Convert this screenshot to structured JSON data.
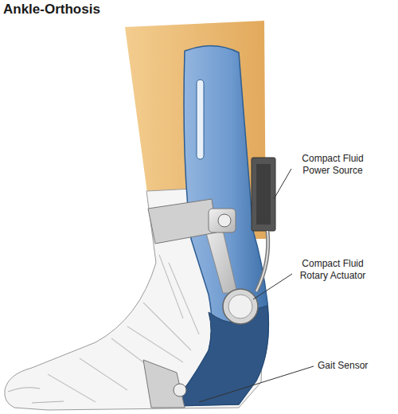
{
  "diagram": {
    "title": "Ankle-Orthosis",
    "labels": [
      "Compact Fluid Power Source",
      "Compact Fluid Rotary Actuator",
      "Gait Sensor"
    ]
  }
}
